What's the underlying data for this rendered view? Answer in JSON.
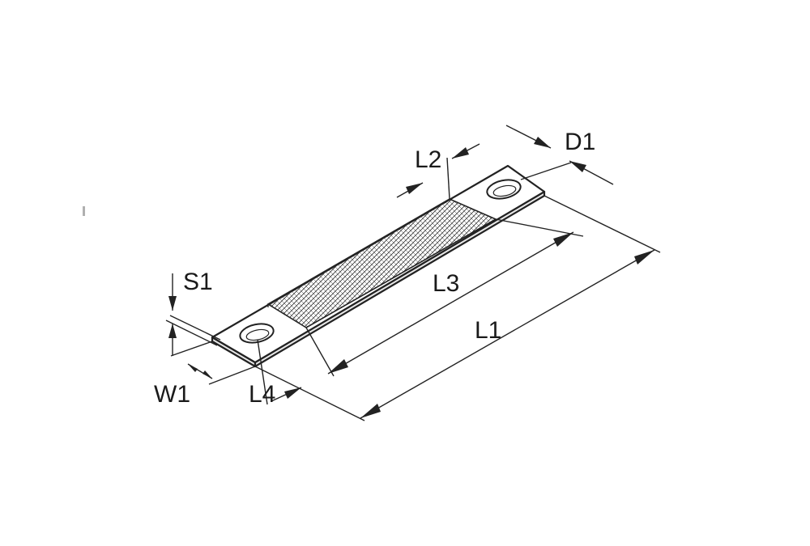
{
  "labels": {
    "l1": "L1",
    "l2": "L2",
    "l3": "L3",
    "l4": "L4",
    "d1": "D1",
    "s1": "S1",
    "w1": "W1"
  },
  "colors": {
    "line": "#222222",
    "background": "#ffffff",
    "hatch": "#333333"
  }
}
